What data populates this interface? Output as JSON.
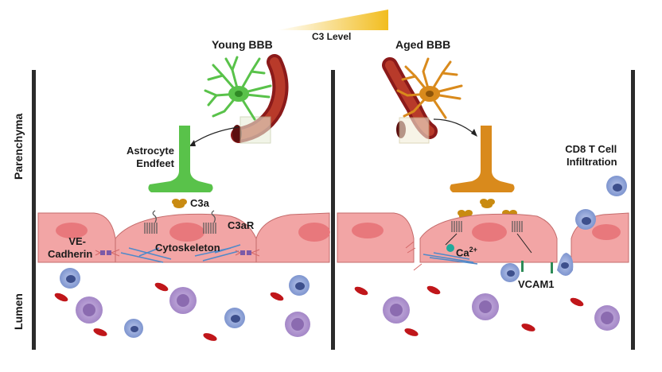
{
  "gradient": {
    "label": "C3 Level",
    "color_start": "#ffffff",
    "color_end": "#f2bd1e"
  },
  "titles": {
    "young": "Young BBB",
    "aged": "Aged BBB"
  },
  "side_labels": {
    "top": "Parenchyma",
    "bottom": "Lumen"
  },
  "labels": {
    "astrocyte_line1": "Astrocyte",
    "astrocyte_line2": "Endfeet",
    "c3a": "C3a",
    "c3ar": "C3aR",
    "ve_line1": "VE-",
    "ve_line2": "Cadherin",
    "cytoskeleton": "Cytoskeleton",
    "calcium": "Ca",
    "calcium_sup": "2+",
    "cd8_line1": "CD8 T Cell",
    "cd8_line2": "Infiltration",
    "vcam1": "VCAM1"
  },
  "colors": {
    "young_astrocyte": "#59c24a",
    "aged_astrocyte": "#d98a1c",
    "endothelial": "#f2a5a5",
    "endothelial_nucleus": "#e8787c",
    "rbc": "#c0161a",
    "t_cell": "#7e95cf",
    "macrophage": "#a487c7",
    "c3a": "#c98b12",
    "calcium": "#1fa99a",
    "divider": "#2b2b2b"
  }
}
